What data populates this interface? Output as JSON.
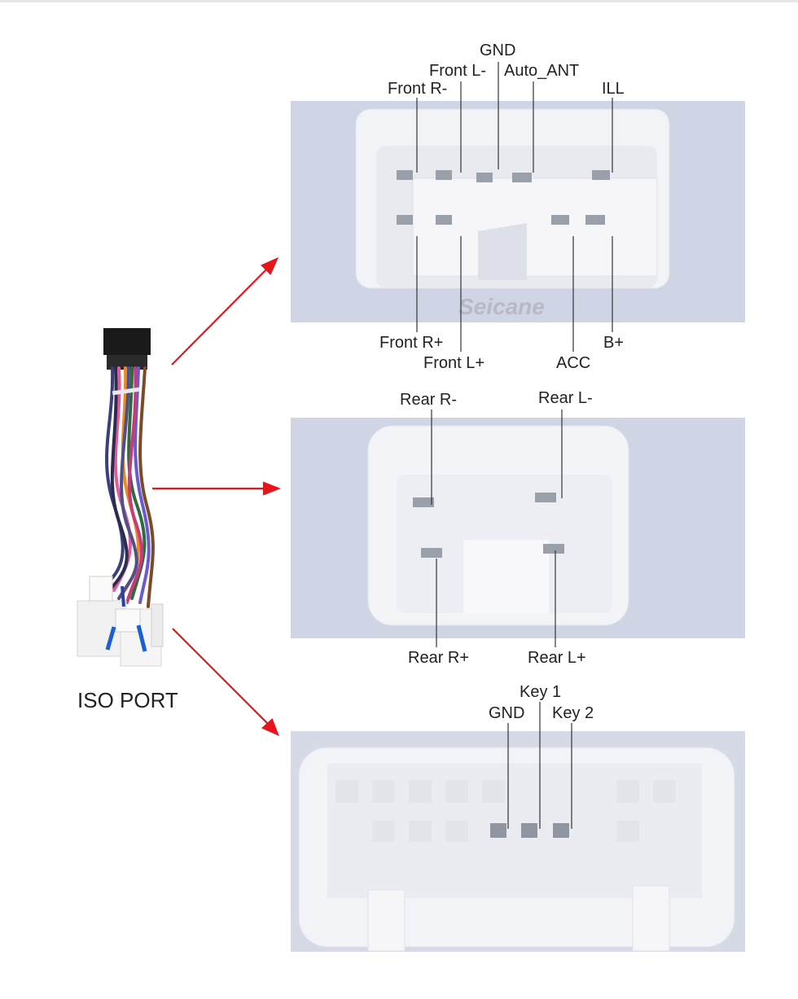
{
  "harness_label": "ISO PORT",
  "watermark": "Seicane",
  "connector1": {
    "top_labels": [
      "GND",
      "Front L-",
      "Auto_ANT",
      "Front R-",
      "ILL"
    ],
    "bottom_labels": [
      "Front R+",
      "Front L+",
      "ACC",
      "B+"
    ]
  },
  "connector2": {
    "top_labels": [
      "Rear R-",
      "Rear L-"
    ],
    "bottom_labels": [
      "Rear R+",
      "Rear L+"
    ]
  },
  "connector3": {
    "top_labels": [
      "Key 1",
      "GND",
      "Key 2"
    ]
  },
  "colors": {
    "arrow": "#e8141c",
    "leader": "#333333",
    "photo_bg": "#cdd3e3",
    "housing": "#f3f4f7"
  }
}
